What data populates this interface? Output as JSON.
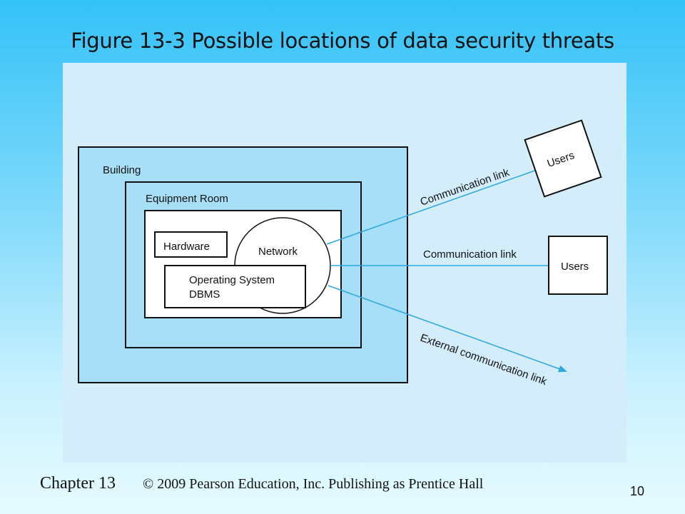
{
  "slide": {
    "title": "Figure 13-3 Possible locations of data security threats",
    "chapter": "Chapter 13",
    "copyright": "© 2009 Pearson Education, Inc.  Publishing as Prentice Hall",
    "page_number": "10"
  },
  "diagram": {
    "building_label": "Building",
    "equipment_room_label": "Equipment Room",
    "hardware_label": "Hardware",
    "network_label": "Network",
    "os_label": "Operating System",
    "dbms_label": "DBMS",
    "link_top_label": "Communication link",
    "link_mid_label": "Communication link",
    "link_external_label": "External communication link",
    "users_top_label": "Users",
    "users_mid_label": "Users"
  },
  "colors": {
    "building_fill": "#a6dff7",
    "room_fill": "#a6dff7",
    "link_line": "#2aa8e0",
    "panel_bg": "#d3eefa"
  }
}
